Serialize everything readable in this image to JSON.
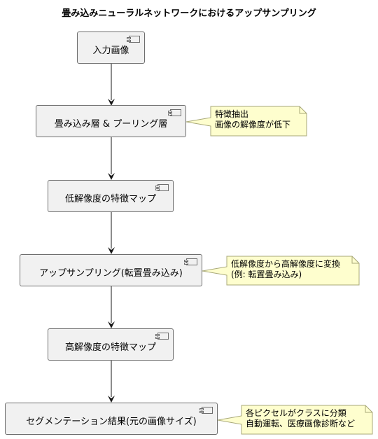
{
  "title": "畳み込みニューラルネットワークにおけるアップサンプリング",
  "nodes": [
    {
      "label": "入力画像"
    },
    {
      "label": "畳み込み層 & プーリング層"
    },
    {
      "label": "低解像度の特徴マップ"
    },
    {
      "label": "アップサンプリング(転置畳み込み)"
    },
    {
      "label": "高解像度の特徴マップ"
    },
    {
      "label": "セグメンテーション結果(元の画像サイズ)"
    }
  ],
  "notes": [
    {
      "lines": [
        "特徴抽出",
        "画像の解像度が低下"
      ]
    },
    {
      "lines": [
        "低解像度から高解像度に変換",
        "(例: 転置畳み込み)"
      ]
    },
    {
      "lines": [
        "各ピクセルがクラスに分類",
        "自動運転、医療画像診断など"
      ]
    }
  ],
  "colors": {
    "node_fill": "#f1f1f1",
    "node_border": "#6e6e6e",
    "note_fill": "#fefece",
    "note_border": "#a8a878",
    "arrow": "#181818"
  }
}
